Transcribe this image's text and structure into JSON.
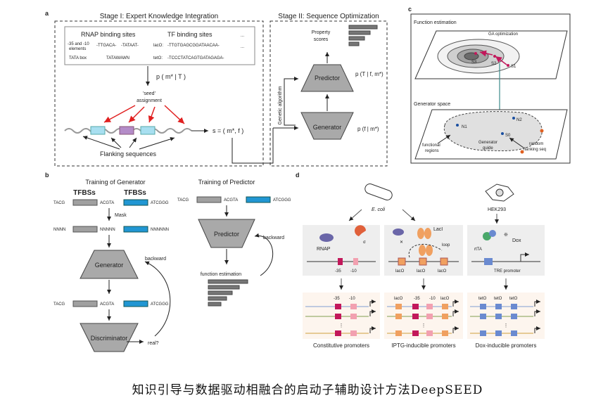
{
  "panel_a": {
    "letter": "a",
    "stage1_title": "Stage I: Expert Knowledge Integration",
    "stage2_title": "Stage II: Sequence Optimization",
    "rnap_sites": "RNAP binding sites",
    "tf_sites": "TF binding sites",
    "ellipsis": "...",
    "el_35_10": "-35 and -10",
    "elements": "elements",
    "ttgaca": "-TTGACA-",
    "tataat": "-TATAAT-",
    "tata_box": "TATA box",
    "tatawawn": "TATAWAWN",
    "laco": "lacO:",
    "laco_seq": "-TTGTGAGCGGATAACAA-",
    "teto": "tetO:",
    "teto_seq": "-TCCCTATCAGTGATAGAGA-",
    "formula1": "p ( m* | T )",
    "seed1": "'seed'",
    "seed2": "assignment",
    "flanking": "Flanking sequences",
    "s_formula": "s = ( m*, f )",
    "property1": "Property",
    "property2": "scores",
    "predictor": "Predictor",
    "generator": "Generator",
    "genetic": "Genetic algorithm",
    "p_pred": "p (T | f, m*)",
    "p_gen": "p (f | m*)"
  },
  "panel_b": {
    "letter": "b",
    "train_gen": "Training of Generator",
    "train_pred": "Training of Predictor",
    "tfbss1": "TFBSs",
    "tfbss2": "TFBSs",
    "tacg": "TACG",
    "acgta": "ACGTA",
    "atcggg": "ATCGGG",
    "mask": "Mask",
    "nnnn": "NNNN",
    "nnnnn": "NNNNN",
    "nnnnnn": "NNNNNN",
    "generator": "Generator",
    "discriminator": "Discriminator",
    "predictor": "Predictor",
    "backward": "backward",
    "real": "real?",
    "func_est": "function estimation"
  },
  "panel_c": {
    "letter": "c",
    "func_estimation": "Function estimation",
    "ga_opt": "GA optimization",
    "s3": "S3",
    "s2": "S2",
    "s1": "S1",
    "gen_space": "Generator space",
    "n1": "N1",
    "n2": "N2",
    "s0": "S0",
    "functional1": "functional",
    "functional2": "regions",
    "gen_guide1": "Generator",
    "gen_guide2": "guide",
    "random1": "random",
    "random2": "flanking seq"
  },
  "panel_d": {
    "letter": "d",
    "ecoli": "E. coli",
    "hek": "HEK293",
    "laci": "LacI",
    "loop": "loop",
    "sigma": "σ",
    "rnap": "RNAP",
    "m35": "-35",
    "m10": "-10",
    "laco": "lacO",
    "dox": "Dox",
    "rtta": "rtTA",
    "tre": "TRE promoter",
    "teto": "tetO",
    "constitutive": "Constitutive promoters",
    "iptg": "IPTG-inducible promoters",
    "doxind": "Dox-inducible promoters",
    "vdots": "⋮"
  },
  "caption": "知识引导与数据驱动相融合的启动子辅助设计方法DeepSEED",
  "colors": {
    "pink": "#c2185b",
    "teal": "#17a2a2",
    "orange": "#e08a40",
    "blue": "#1a6fb5",
    "purple": "#7b5ea7",
    "red": "#e02020",
    "grey_box": "#a0a0a0",
    "bar_blue": "#2196d3"
  }
}
